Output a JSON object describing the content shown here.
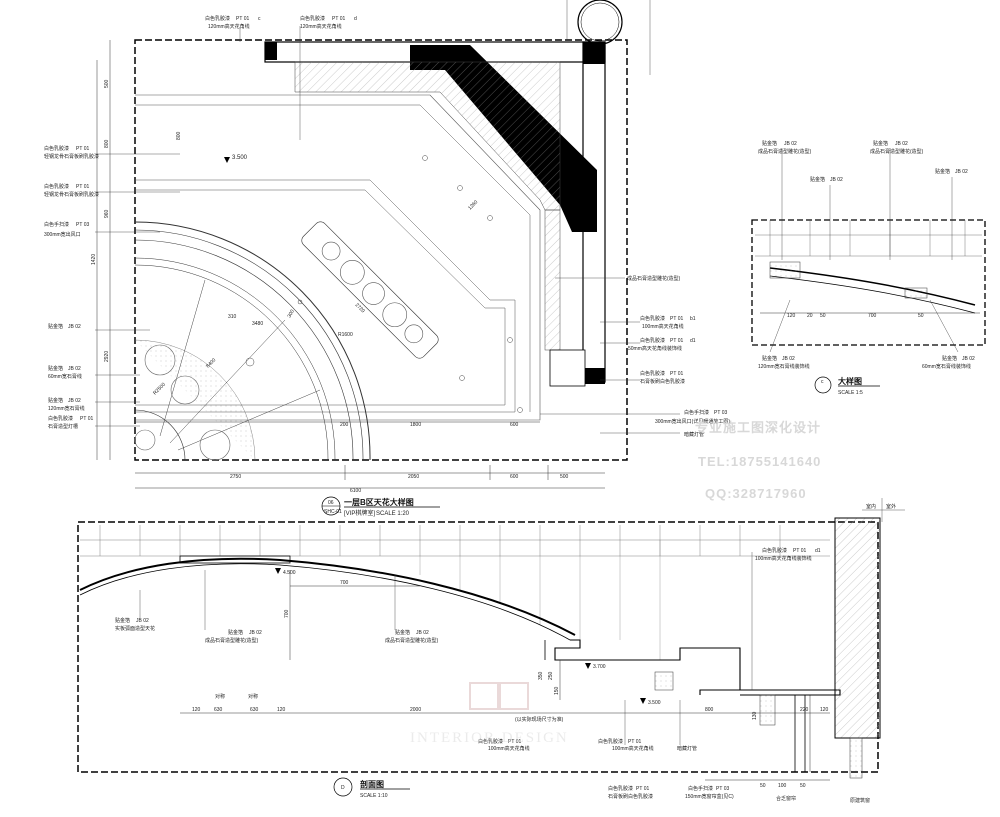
{
  "plan": {
    "title": "一层B区天花大样图",
    "subtitle": "[VIP棋牌室]",
    "scale": "SCALE 1:20",
    "tag_top": "06",
    "tag_bottom": "SHC-01",
    "elevation": "3.500",
    "left_notes": [
      {
        "code": "白色乳胶漆",
        "ref": "PT 01",
        "text": "轻钢龙骨石膏板刷乳胶漆"
      },
      {
        "code": "白色乳胶漆",
        "ref": "PT 01",
        "text": "轻钢龙骨石膏板刷乳胶漆"
      },
      {
        "code": "白色手扫漆",
        "ref": "PT 03",
        "text": "300mm宽出风口"
      },
      {
        "code": "贴金箔",
        "ref": "JB 02",
        "text": ""
      },
      {
        "code": "贴金箔",
        "ref": "JB 02",
        "text": "60mm宽石膏线"
      },
      {
        "code": "贴金箔",
        "ref": "JB 02",
        "text": "120mm宽石膏线"
      },
      {
        "code": "白色乳胶漆",
        "ref": "PT 01",
        "text": "石膏造型灯槽"
      }
    ],
    "top_notes": [
      {
        "code": "白色乳胶漆",
        "ref": "PT 01",
        "sub": "c",
        "text": "120mm高天花角线"
      },
      {
        "code": "白色乳胶漆",
        "ref": "PT 01",
        "sub": "d",
        "text": "120mm高天花角线"
      }
    ],
    "right_notes": [
      {
        "text": "成品石膏造型雕花(造型)"
      },
      {
        "code": "白色乳胶漆",
        "ref": "PT 01",
        "sub": "b1",
        "text": "100mm高天花角线"
      },
      {
        "code": "白色乳胶漆",
        "ref": "PT 01",
        "sub": "d1",
        "text": "50mm高天花角线装饰线"
      },
      {
        "code": "白色乳胶漆",
        "ref": "PT 01",
        "text": "石膏板刷白色乳胶漆"
      },
      {
        "code": "白色手扫漆",
        "ref": "PT 03",
        "text": "300mm宽出风口(详见暖通施工图)"
      },
      {
        "text": "暗藏灯管"
      }
    ],
    "dims_bottom": [
      "2750",
      "2050",
      "600",
      "500"
    ],
    "dim_total": "6100",
    "dims_inner": [
      "200",
      "1800",
      "600"
    ],
    "dims_left": [
      "500",
      "800",
      "960",
      "1420",
      "2920"
    ],
    "dims_diag": [
      "800",
      "1260",
      "2720",
      "R1600",
      "3480"
    ],
    "dims_arc": [
      "300",
      "310",
      "8400",
      "R2500"
    ]
  },
  "detail": {
    "title": "大样图",
    "scale": "SCALE 1:5",
    "tag": "c",
    "top_notes": [
      {
        "code": "贴金箔",
        "ref": "JB 02",
        "text": "成品石膏造型雕花(造型)"
      },
      {
        "code": "贴金箔",
        "ref": "JB 02",
        "text": "成品石膏造型雕花(造型)"
      },
      {
        "code": "贴金箔",
        "ref": "JB 02",
        "text": ""
      },
      {
        "code": "贴金箔",
        "ref": "JB 02",
        "text": ""
      }
    ],
    "bottom_notes": [
      {
        "code": "贴金箔",
        "ref": "JB 02",
        "text": "120mm宽石膏线装饰线"
      },
      {
        "code": "贴金箔",
        "ref": "JB 02",
        "text": "60mm宽石膏线装饰线"
      }
    ],
    "dims": [
      "120",
      "20",
      "50",
      "700",
      "50"
    ]
  },
  "section": {
    "title": "剖面图",
    "scale": "SCALE 1:10",
    "tag": "D",
    "notes": [
      {
        "code": "贴金箔",
        "ref": "JB 02",
        "text": "实板弧面造型天花"
      },
      {
        "code": "贴金箔",
        "ref": "JB 02",
        "text": "成品石膏造型雕花(造型)"
      },
      {
        "code": "贴金箔",
        "ref": "JB 02",
        "text": "成品石膏造型雕花(造型)"
      },
      {
        "code": "白色乳胶漆",
        "ref": "PT 01",
        "sub": "d1",
        "text": "100mm高天花角线装饰线"
      }
    ],
    "bottom_notes": [
      {
        "code": "白色乳胶漆",
        "ref": "PT 01",
        "text": "100mm高天花角线"
      },
      {
        "code": "白色乳胶漆",
        "ref": "PT 01",
        "text": "100mm高天花角线"
      },
      {
        "text": "暗藏灯管"
      },
      {
        "code": "白色乳胶漆",
        "ref": "PT 01",
        "text": "石膏板刷白色乳胶漆"
      },
      {
        "code": "白色手扫漆",
        "ref": "PT 03",
        "text": "150mm宽窗帘盒(见C)"
      },
      {
        "text": "合乏窗帘"
      },
      {
        "text": "原建筑窗"
      }
    ],
    "labels": {
      "indoor": "室内",
      "outdoor": "室外",
      "sym1": "对称",
      "sym2": "对称",
      "note": "(以实际现场尺寸为准)"
    },
    "elevations": [
      "4.500",
      "3.700",
      "3.500"
    ],
    "dims_bottom": [
      "120",
      "630",
      "630",
      "120",
      "2000",
      "800",
      "220",
      "120"
    ],
    "dims_v": [
      "700",
      "250",
      "150"
    ],
    "dims_misc": [
      "700",
      "350",
      "50",
      "100",
      "50",
      "130"
    ]
  },
  "watermark": {
    "line1": "专业施工图深化设计",
    "line2": "TEL:18755141640",
    "line3": "QQ:328717960",
    "logo_text": "INTERIOR DESIGN"
  }
}
